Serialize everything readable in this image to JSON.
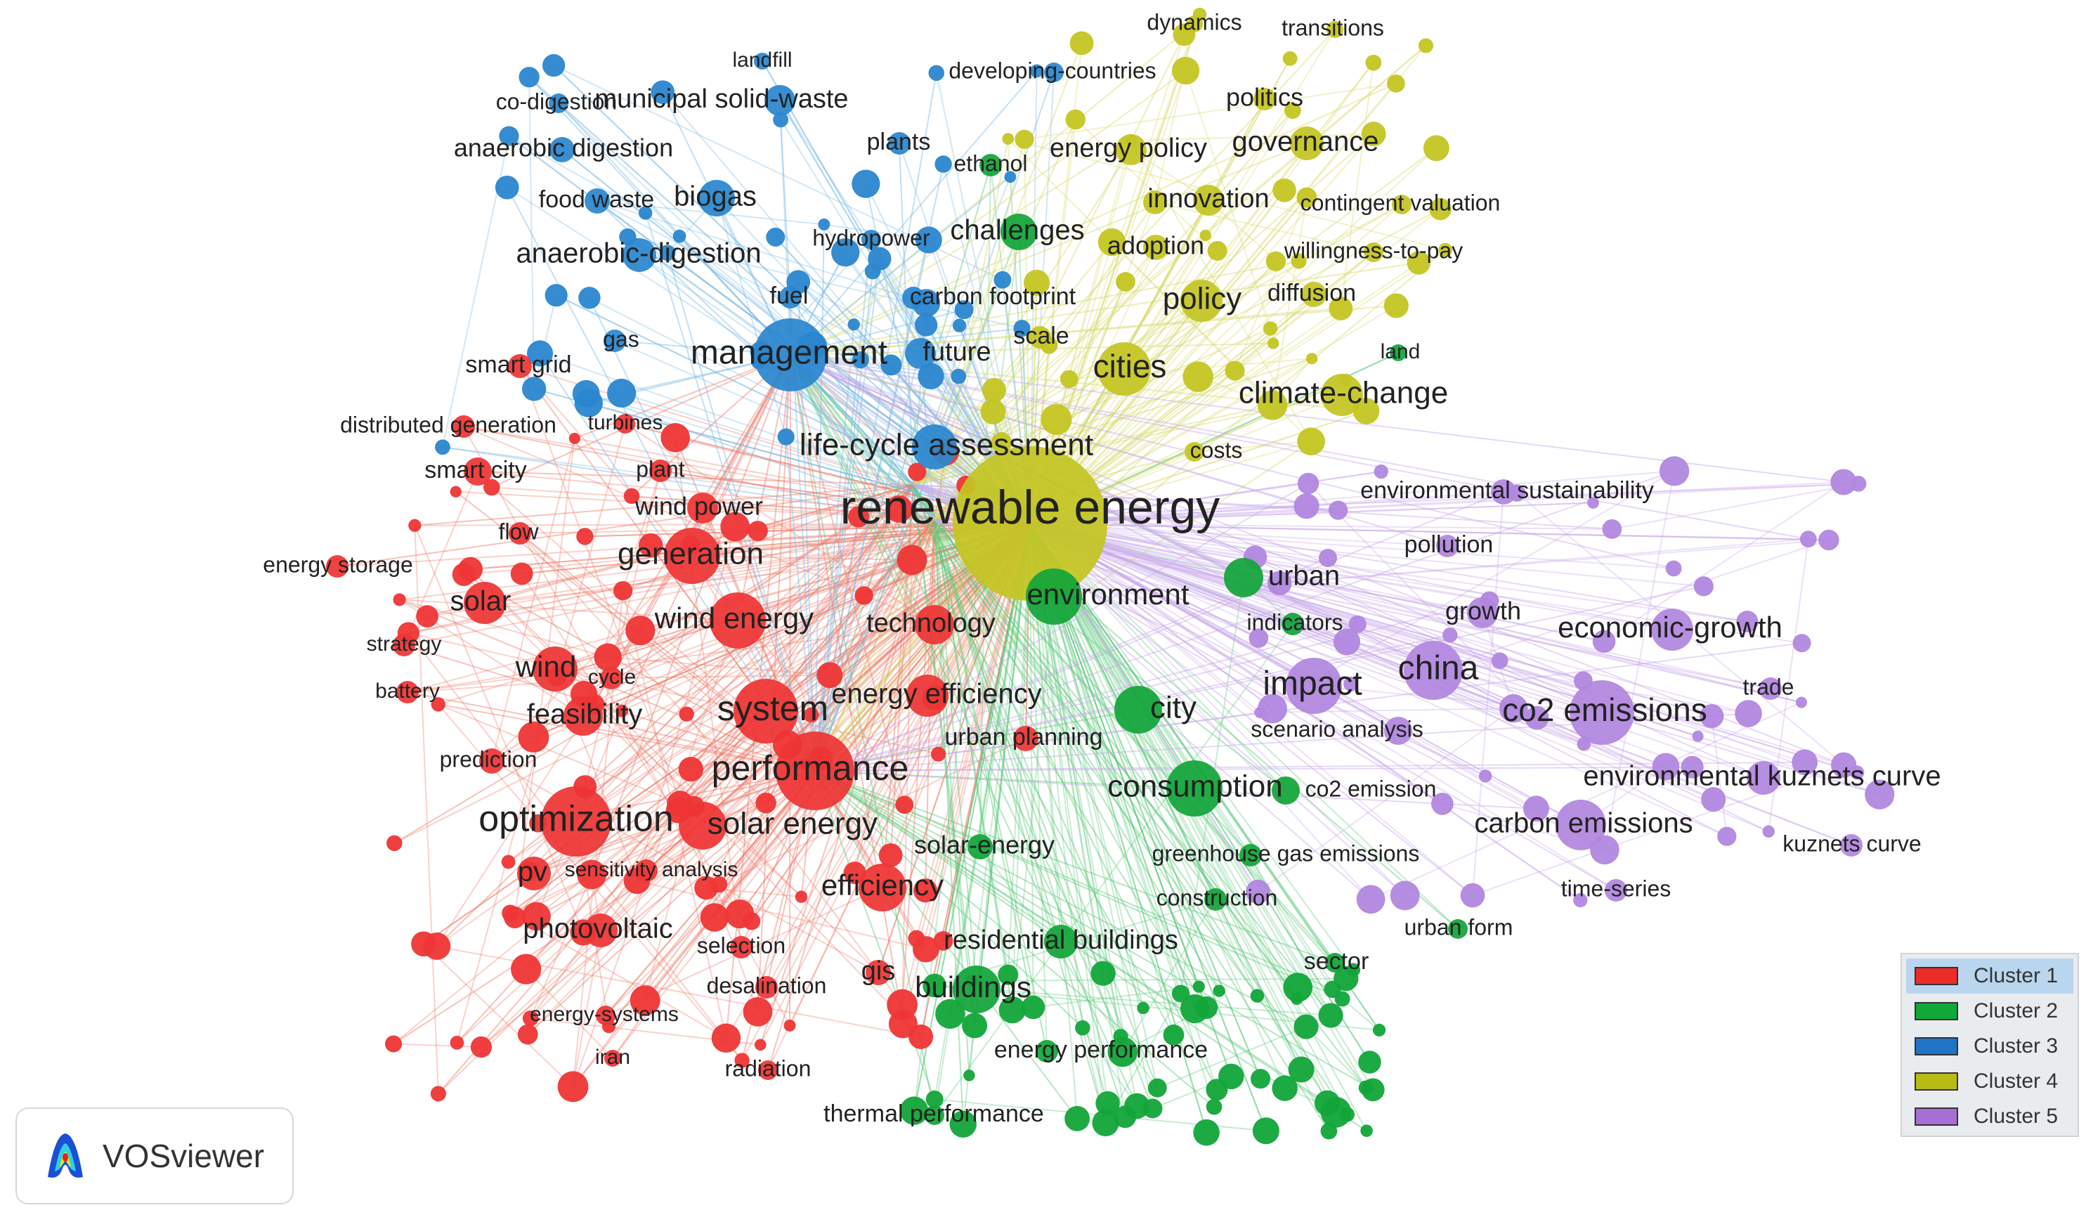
{
  "app": {
    "brand": "VOSviewer",
    "logo": "vosviewer-logo-icon"
  },
  "legend": [
    {
      "label": "Cluster 1",
      "color": "#ee2b2b",
      "selected": true
    },
    {
      "label": "Cluster 2",
      "color": "#10a836"
    },
    {
      "label": "Cluster 3",
      "color": "#1f74c8"
    },
    {
      "label": "Cluster 4",
      "color": "#b8bb14"
    },
    {
      "label": "Cluster 5",
      "color": "#a56fd6"
    }
  ],
  "clusters": {
    "c1": {
      "node": "#ee3535",
      "edge": "#f07a6a"
    },
    "c2": {
      "node": "#12a539",
      "edge": "#5cc97a"
    },
    "c3": {
      "node": "#2a86cf",
      "edge": "#7dbbe6"
    },
    "c4": {
      "node": "#c4c522",
      "edge": "#d8d96a"
    },
    "c5": {
      "node": "#b187df",
      "edge": "#c9a9ea"
    }
  },
  "terms": {
    "c1": [
      "smart grid",
      "distributed generation",
      "turbines",
      "smart city",
      "plant",
      "wind power",
      "flow",
      "generation",
      "energy storage",
      "solar",
      "wind energy",
      "technology",
      "strategy",
      "wind",
      "cycle",
      "battery",
      "feasibility",
      "system",
      "energy efficiency",
      "prediction",
      "performance",
      "urban planning",
      "optimization",
      "solar energy",
      "pv",
      "sensitivity analysis",
      "efficiency",
      "photovoltaic",
      "selection",
      "gis",
      "desalination",
      "energy-systems",
      "iran",
      "radiation"
    ],
    "c2": [
      "ethanol",
      "challenges",
      "environment",
      "urban",
      "indicators",
      "city",
      "consumption",
      "co2 emission",
      "greenhouse gas emissions",
      "construction",
      "residential buildings",
      "buildings",
      "energy performance",
      "thermal performance",
      "sector",
      "urban form",
      "land",
      "solar-energy"
    ],
    "c3": [
      "landfill",
      "developing-countries",
      "co-digestion",
      "municipal solid-waste",
      "plants",
      "anaerobic digestion",
      "food waste",
      "biogas",
      "hydropower",
      "anaerobic-digestion",
      "fuel",
      "carbon footprint",
      "gas",
      "management",
      "future",
      "life-cycle assessment"
    ],
    "c4": [
      "dynamics",
      "transitions",
      "politics",
      "energy policy",
      "governance",
      "innovation",
      "contingent valuation",
      "adoption",
      "willingness-to-pay",
      "policy",
      "diffusion",
      "scale",
      "cities",
      "climate-change",
      "costs",
      "renewable energy"
    ],
    "c5": [
      "environmental sustainability",
      "pollution",
      "growth",
      "economic-growth",
      "china",
      "impact",
      "trade",
      "co2 emissions",
      "scenario analysis",
      "environmental kuznets curve",
      "carbon emissions",
      "kuznets curve",
      "time-series"
    ]
  }
}
